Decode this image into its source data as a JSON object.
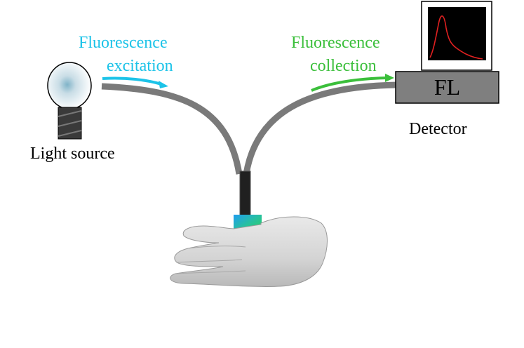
{
  "labels": {
    "light_source": "Light source",
    "detector": "Detector",
    "excitation_line1": "Fluorescence",
    "excitation_line2": "excitation",
    "collection_line1": "Fluorescence",
    "collection_line2": "collection",
    "detector_box": "FL"
  },
  "colors": {
    "excitation": "#1cc3e8",
    "collection": "#3bbf3b",
    "fiber": "#7a7a7a",
    "detector_body": "#7f7f7f",
    "spectrum_trace": "#e02020",
    "probe_tip_gradient": [
      "#1f9df0",
      "#2fd25a"
    ]
  },
  "icons": {
    "light_source": "light-bulb-icon",
    "detector_monitor": "spectrum-monitor-icon",
    "hand": "hand-illustration",
    "probe": "fiber-probe-icon"
  }
}
